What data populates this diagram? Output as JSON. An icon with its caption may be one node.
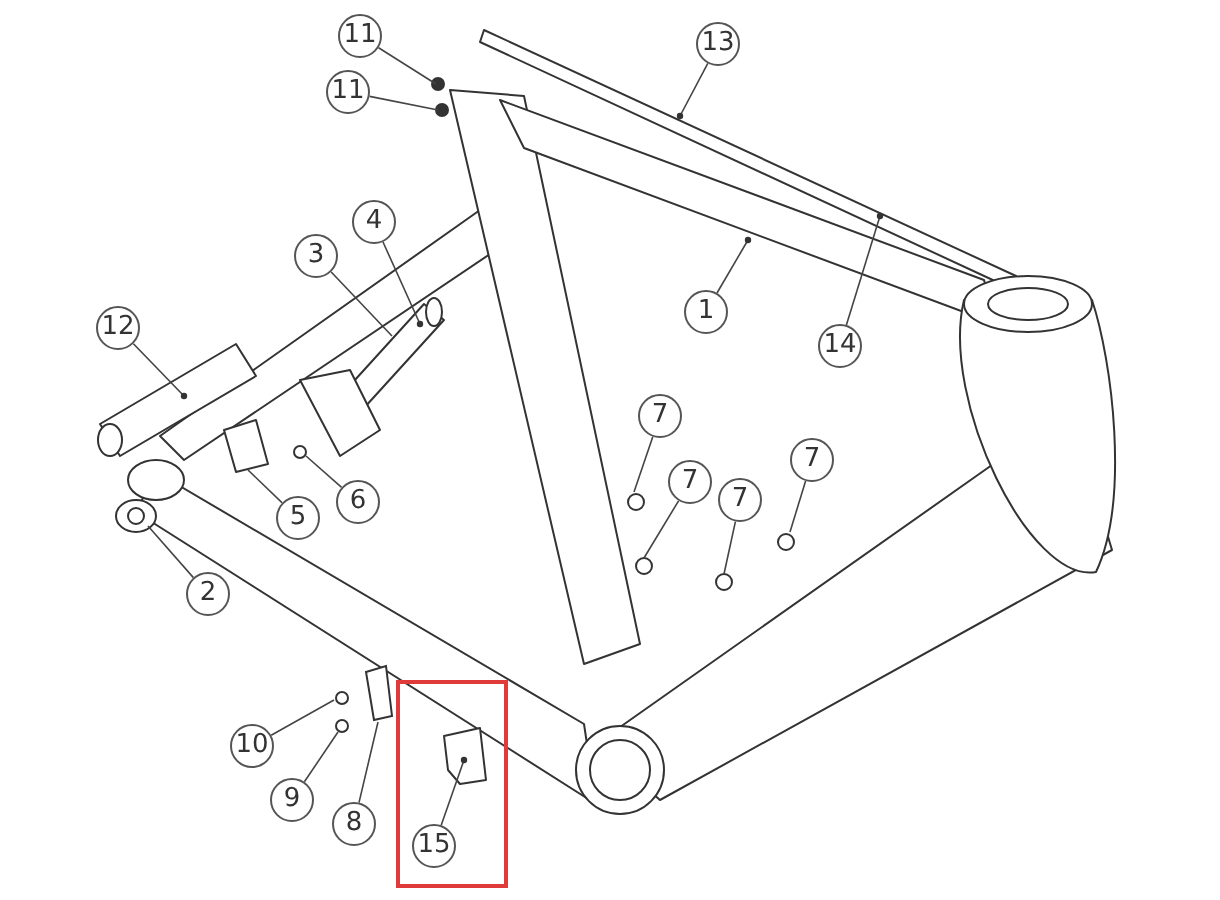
{
  "diagram": {
    "nodes": [
      {
        "text": [
          "11"
        ]
      },
      {
        "text": [
          "11"
        ]
      },
      {
        "text": [
          "13"
        ]
      },
      {
        "text": [
          "4"
        ]
      },
      {
        "text": [
          "3"
        ]
      },
      {
        "text": [
          "1"
        ]
      },
      {
        "text": [
          "14"
        ]
      },
      {
        "text": [
          "12"
        ]
      },
      {
        "text": [
          "7"
        ]
      },
      {
        "text": [
          "7"
        ]
      },
      {
        "text": [
          "7"
        ]
      },
      {
        "text": [
          "7"
        ]
      },
      {
        "text": [
          "6"
        ]
      },
      {
        "text": [
          "5"
        ]
      },
      {
        "text": [
          "2"
        ]
      },
      {
        "text": [
          "10"
        ]
      },
      {
        "text": [
          "9"
        ]
      },
      {
        "text": [
          "8"
        ]
      },
      {
        "text": [],
        "shape": "box"
      },
      {
        "text": [
          "15"
        ],
        "in": 18
      },
      {
        "text": [],
        "shape": "circle"
      },
      {
        "text": [],
        "shape": "circle"
      },
      {
        "text": [],
        "shape": "picture"
      },
      {
        "text": [],
        "shape": "circle"
      },
      {
        "text": [],
        "shape": "circle"
      }
    ],
    "edges": [
      {
        "from": 0,
        "to": null,
        "arrow": "none"
      },
      {
        "from": 1,
        "to": null,
        "arrow": "none"
      },
      {
        "from": 2,
        "to": null,
        "arrow": "other"
      },
      {
        "from": 3,
        "to": null,
        "arrow": "other"
      },
      {
        "from": 4,
        "to": null,
        "arrow": "none"
      },
      {
        "from": 5,
        "to": null,
        "arrow": "other"
      },
      {
        "from": 6,
        "to": null,
        "arrow": "other"
      },
      {
        "from": 7,
        "to": null,
        "arrow": "other"
      },
      {
        "from": 8,
        "to": 20,
        "arrow": "none"
      },
      {
        "from": 9,
        "to": null,
        "arrow": "none"
      },
      {
        "from": 10,
        "to": null,
        "arrow": "none"
      },
      {
        "from": 11,
        "to": 21,
        "arrow": "none"
      },
      {
        "from": 12,
        "to": null,
        "arrow": "none"
      },
      {
        "from": 13,
        "to": null,
        "arrow": "none"
      },
      {
        "from": 14,
        "to": null,
        "arrow": "none"
      },
      {
        "from": 15,
        "to": 23,
        "arrow": "none"
      },
      {
        "from": 16,
        "to": 24,
        "arrow": "none"
      },
      {
        "from": 17,
        "to": 22,
        "arrow": "none"
      },
      {
        "from": 19,
        "to": null,
        "arrow": "other"
      }
    ]
  }
}
